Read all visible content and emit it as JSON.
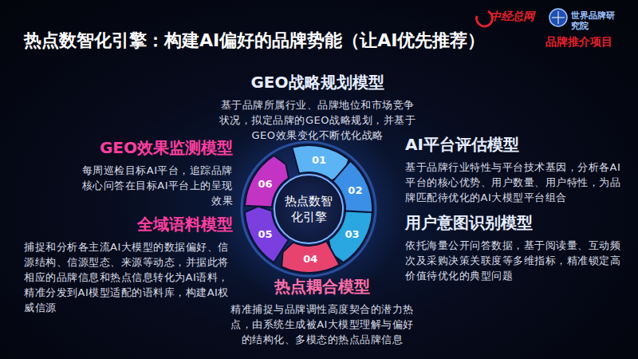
{
  "diagram": {
    "title": "热点数智化引擎：构建AI偏好的品牌势能（让AI优先推荐）",
    "nodes": [
      {
        "text": [
          "热点数智化引擎"
        ]
      },
      {
        "text": [
          "01"
        ]
      },
      {
        "text": [
          "02"
        ]
      },
      {
        "text": [
          "03"
        ]
      },
      {
        "text": [
          "04"
        ]
      },
      {
        "text": [
          "05"
        ]
      },
      {
        "text": [
          "06"
        ]
      },
      {
        "text": [
          "GEO战略规划模型",
          "基于品牌所属行业、品牌地位和市场竞争状况，拟定品牌的GEO战略规划，并基于GEO效果变化不断优化战略"
        ]
      },
      {
        "text": [
          "AI平台评估模型",
          "基于品牌行业特性与平台技术基因，分析各AI平台的核心优势、用户数量、用户特性，为品牌匹配待优化的AI大模型平台组合"
        ]
      },
      {
        "text": [
          "用户意图识别模型",
          "依托海量公开问答数据，基于阅读量、互动频次及采购决策关联度等多维指标，精准锁定高价值待优化的典型问题"
        ]
      },
      {
        "text": [
          "热点耦合模型",
          "精准捕捉与品牌调性高度契合的潜力热点，由系统生成被AI大模型理解与偏好的结构化、多模态的热点品牌信息"
        ]
      },
      {
        "text": [
          "GEO效果监测模型",
          "每周巡检目标AI平台，追踪品牌核心问答在目标AI平台上的呈现效果"
        ]
      },
      {
        "text": [
          "全域语料模型",
          "捕捉和分析各主流AI大模型的数据偏好、信源结构、信源型态、来源等动态，并据此将相应的品牌信息和热点信息转化为AI语料，精准分发到AI模型适配的语料库，构建AI权威信源"
        ]
      }
    ],
    "labels": [
      "中经总网",
      "世界品牌研究院",
      "品牌推介项目"
    ]
  }
}
